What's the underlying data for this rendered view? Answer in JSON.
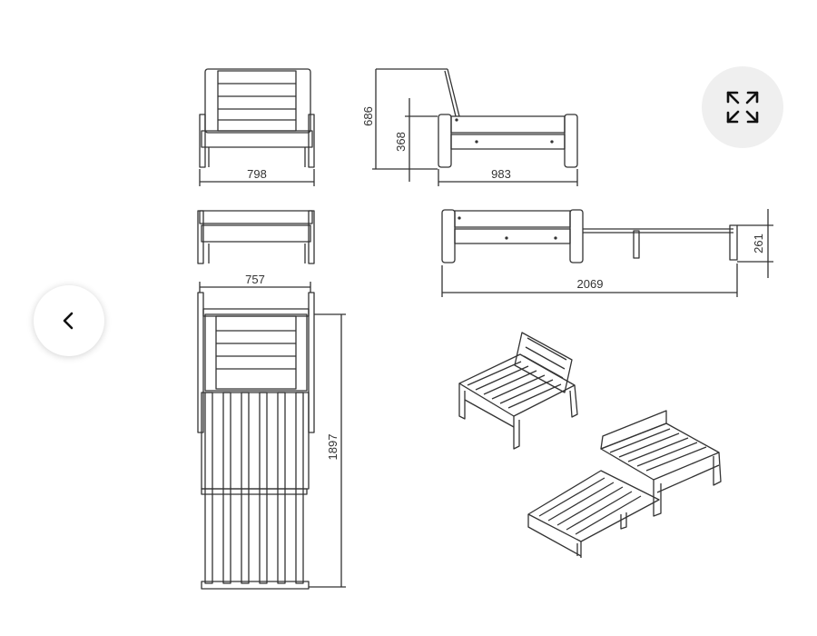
{
  "viewer": {
    "dimensions": {
      "front_width": "798",
      "side_height": "686",
      "seat_height": "368",
      "side_depth": "983",
      "folded_width": "757",
      "bed_length": "2069",
      "bed_height": "261",
      "total_length": "1897"
    },
    "controls": {
      "prev_icon": "chevron-left-icon",
      "expand_icon": "expand-arrows-icon"
    },
    "colors": {
      "line": "#333333",
      "button_bg": "#efefef"
    }
  }
}
